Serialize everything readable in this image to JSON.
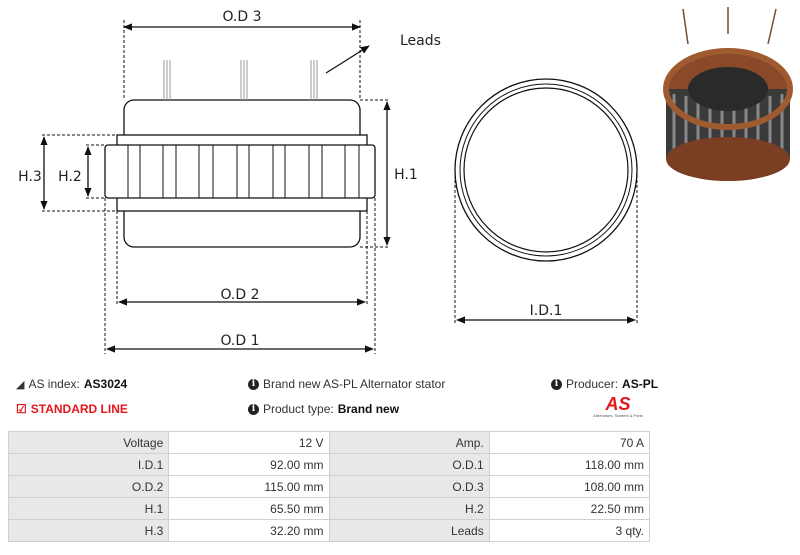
{
  "diagram": {
    "od3": "O.D 3",
    "od2": "O.D 2",
    "od1": "O.D 1",
    "h1": "H.1",
    "h2": "H.2",
    "h3": "H.3",
    "leads": "Leads",
    "id1": "I.D.1"
  },
  "info": {
    "as_index_label": "AS index:",
    "as_index_value": "AS3024",
    "standard_line": "STANDARD LINE",
    "description": "Brand new AS-PL Alternator stator",
    "product_type_label": "Product type:",
    "product_type_value": "Brand new",
    "producer_label": "Producer:",
    "producer_value": "AS-PL",
    "logo_text": "AS",
    "logo_tagline": "Alternators, Starters & Parts"
  },
  "colors": {
    "accent": "#e3161b"
  },
  "specs": [
    [
      "Voltage",
      "12 V",
      "Amp.",
      "70 A"
    ],
    [
      "I.D.1",
      "92.00 mm",
      "O.D.1",
      "118.00 mm"
    ],
    [
      "O.D.2",
      "115.00 mm",
      "O.D.3",
      "108.00 mm"
    ],
    [
      "H.1",
      "65.50 mm",
      "H.2",
      "22.50 mm"
    ],
    [
      "H.3",
      "32.20 mm",
      "Leads",
      "3 qty."
    ]
  ]
}
